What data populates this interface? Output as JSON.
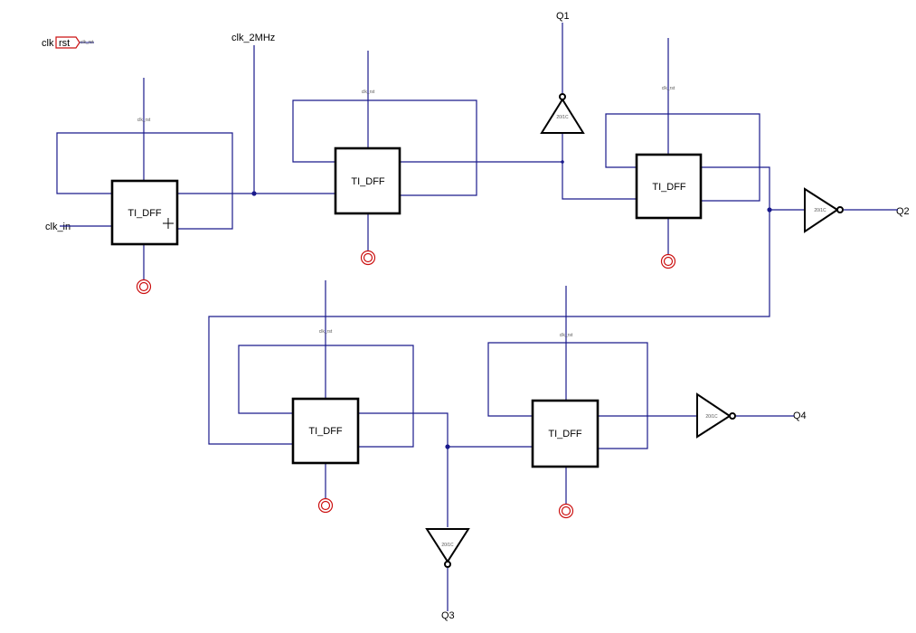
{
  "colors": {
    "wire": "#1a1a8c",
    "gnd": "#cc1111",
    "pin_border": "#cc1111"
  },
  "labels": {
    "clk_pin": "clk",
    "rst_pin": "rst",
    "rst_tag": "clk_rst",
    "clk_2mhz": "clk_2MHz",
    "clk_in": "clk_in",
    "q1": "Q1",
    "q2": "Q2",
    "q3": "Q3",
    "q4": "Q4"
  },
  "dffs": [
    {
      "label": "TI_DFF",
      "pin_label": "clk_rst"
    },
    {
      "label": "TI_DFF",
      "pin_label": "clk_rst"
    },
    {
      "label": "TI_DFF",
      "pin_label": "clk_rst"
    },
    {
      "label": "TI_DFF",
      "pin_label": "clk_rst"
    },
    {
      "label": "TI_DFF",
      "pin_label": "clk_rst"
    }
  ],
  "inverters": [
    {
      "label": "20/1C"
    },
    {
      "label": "20/1C"
    },
    {
      "label": "20/1C"
    },
    {
      "label": "20/1C"
    }
  ]
}
